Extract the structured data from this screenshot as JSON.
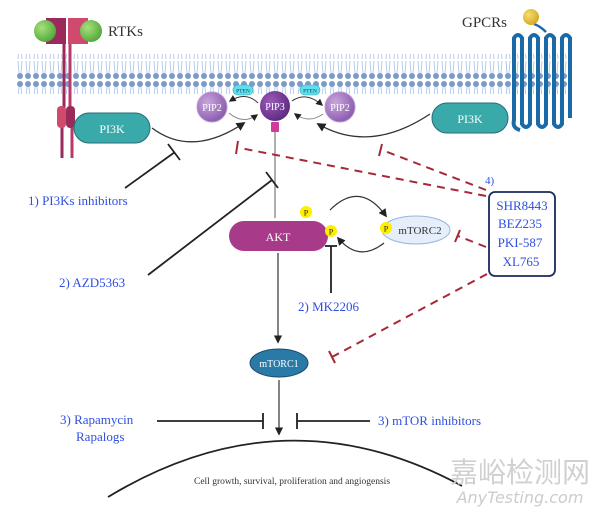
{
  "receptors": {
    "rtk_label": "RTKs",
    "gpcr_label": "GPCRs"
  },
  "nodes": {
    "pi3k_left": "PI3K",
    "pi3k_right": "PI3K",
    "pip2_left": "PIP2",
    "pip3": "PIP3",
    "pip2_right": "PIP2",
    "pten_left": "PTEN",
    "pten_right": "PTEN",
    "akt": "AKT",
    "mtorc2": "mTORC2",
    "mtorc1": "mTORC1",
    "phospho": "P"
  },
  "inhibitors": {
    "pi3k_inhibitors": "1) PI3Ks inhibitors",
    "azd5363": "2) AZD5363",
    "mk2206": "2) MK2206",
    "rapamycin_line1": "3) Rapamycin",
    "rapamycin_line2": "Rapalogs",
    "mtor_inhibitors": "3) mTOR inhibitors",
    "dual_number": "4)",
    "dual_list": [
      "SHR8443",
      "BEZ235",
      "PKI-587",
      "XL765"
    ]
  },
  "outcome": "Cell growth, survival,  proliferation and angiogensis",
  "watermark": {
    "cn": "嘉峪检测网",
    "en": "AnyTesting.com"
  },
  "colors": {
    "membrane": "#7b9cc8",
    "pi3k": "#3aa9a9",
    "pip": "#a57cc4",
    "pip3": "#7b3a9e",
    "pten": "#5fe0ee",
    "akt": "#a83a8a",
    "mtorc1": "#2a7aa8",
    "mtorc2": "#e6eefa",
    "rtk": "#b83a6a",
    "gpcr": "#1a6aa8",
    "ligand_green": "#6cc24a",
    "ligand_yellow": "#e8c030",
    "inhibitor_dash": "#a82838",
    "text_blue": "#2f4fe0"
  }
}
